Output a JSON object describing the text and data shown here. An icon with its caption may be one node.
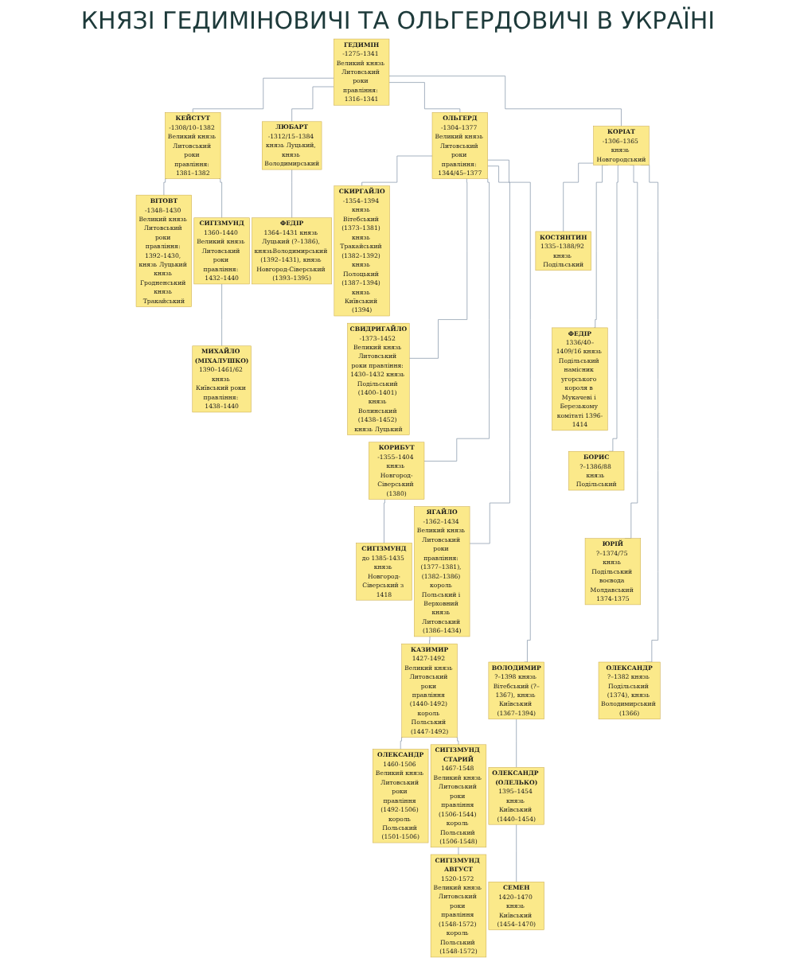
{
  "diagram": {
    "title": "КНЯЗІ ГЕДИМІНОВИЧІ ТА ОЛЬГЕРДОВИЧІ В УКРАЇНІ",
    "nodes": [
      {
        "text": [
          "ГЕДИМІН",
          "-1275–1341 Великий князь Литовський роки правління: 1316–1341"
        ]
      },
      {
        "text": [
          "КЕЙСТУТ",
          "-1308/10–1382 Великий князь Литовський роки правління: 1381–1382"
        ]
      },
      {
        "text": [
          "ЛЮБАРТ",
          "-1312/15–1384 князь Луцький, князь Володимирський"
        ]
      },
      {
        "text": [
          "ОЛЬГЕРД",
          "-1304–1377 Великий князь Литовський роки правління: 1344/45–1377"
        ]
      },
      {
        "text": [
          "КОРІАТ",
          "-1306–1365 князь Новгородський"
        ]
      },
      {
        "text": [
          "ВІТОВТ",
          "-1348–1430 Великий князь Литовський роки правління: 1392–1430, князь Луцький князь Гродненський князь Тракайський"
        ]
      },
      {
        "text": [
          "СИГІЗМУНД",
          "1360–1440 Великий князь Литовський роки правління: 1432–1440"
        ]
      },
      {
        "text": [
          "МИХАЙЛО (МІХАЛУШКО)",
          "1390–1461/62 князь Київський роки правління: 1438–1440"
        ]
      },
      {
        "text": [
          "ФЕДІР",
          "1364–1431 князь Луцький (?–1386), князьВолодимирський (1392–1431), князь Новгород-Сіверський (1393–1395)"
        ]
      },
      {
        "text": [
          "СКИРГАЙЛО",
          "-1354–1394 князь Вітебський (1373–1381) князь Тракайський (1382–1392) князь Полоцький (1387–1394) князь Київський (1394)"
        ]
      },
      {
        "text": [
          "СВИДРИГАЙЛО",
          "-1373–1452 Великий князь Литовський роки правління: 1430–1432 князь Подільський (1400–1401) князь Волинський (1438–1452) князь Луцький"
        ]
      },
      {
        "text": [
          "СИГІЗМУНД",
          "до 1385-1435 князь Новгород-Сіверський з 1418"
        ]
      },
      {
        "text": [
          "КОРИБУТ",
          "-1355–1404 князь Новгород-Сіверський (1380)"
        ]
      },
      {
        "text": [
          "ЯГАЙЛО",
          "-1362–1434 Великий князь Литовський роки правління: (1377–1381), (1382–1386) король Польський і Верховний князь Литовський (1386–1434)"
        ]
      },
      {
        "text": [
          "ВОЛОДИМИР",
          "?–1398 князь Вітебський (?–1367), князь Київський (1367–1394)"
        ]
      },
      {
        "text": [
          "КОСТЯНТИН",
          "1335–1388/92 князь Подільський"
        ]
      },
      {
        "text": [
          "ФЕДІР",
          "1336/40–1409/16 князь Подільський намісник угорського короля в Мукачеві і Березькому комітаті 1396-1414"
        ]
      },
      {
        "text": [
          "БОРИС",
          "?–1386/88 князь Подільський"
        ]
      },
      {
        "text": [
          "ЮРІЙ",
          "?–1374/75 князь Подільський воєвода Молдавський 1374-1375"
        ]
      },
      {
        "text": [
          "ОЛЕКСАНДР",
          "?–1382 князь Подільський (1374), князь Володимирський (1366)"
        ]
      },
      {
        "text": [
          "ОЛЕКСАНДР",
          "1460-1506 Великий князь Литовський роки правління (1492-1506) король Польський (1501-1506)"
        ]
      },
      {
        "text": [
          "КАЗИМИР",
          "1427-1492 Великий князь Литовський роки правління (1440-1492) король Польський (1447-1492)"
        ]
      },
      {
        "text": [
          "СИГІЗМУНД АВГУСТ",
          "1520-1572 Великий князь Литовський роки правління (1548-1572) король Польський (1548-1572)"
        ]
      },
      {
        "text": [
          "СИГІЗМУНД СТАРИЙ",
          "1467-1548 Великий князь Литовський роки правління (1506-1544) король Польський (1506-1548)"
        ]
      },
      {
        "text": [
          "СЕМЕН",
          "1420–1470 князь Київський (1454–1470)"
        ]
      },
      {
        "text": [
          "ОЛЕКСАНДР (ОЛЕЛЬКО)",
          "1395–1454 князь Київський (1440–1454)"
        ]
      }
    ],
    "edges": [
      {
        "from": 0,
        "to": 1,
        "arrow": "none"
      },
      {
        "from": 0,
        "to": 2,
        "arrow": "none"
      },
      {
        "from": 0,
        "to": 3,
        "arrow": "none"
      },
      {
        "from": 0,
        "to": 4,
        "arrow": "none"
      },
      {
        "from": 1,
        "to": 5,
        "arrow": "none"
      },
      {
        "from": 1,
        "to": 6,
        "arrow": "none"
      },
      {
        "from": 6,
        "to": 7,
        "arrow": "none"
      },
      {
        "from": 2,
        "to": 8,
        "arrow": "none"
      },
      {
        "from": 3,
        "to": 9,
        "arrow": "none"
      },
      {
        "from": 3,
        "to": 10,
        "arrow": "none"
      },
      {
        "from": 3,
        "to": 12,
        "arrow": "none"
      },
      {
        "from": 3,
        "to": 13,
        "arrow": "none"
      },
      {
        "from": 3,
        "to": 14,
        "arrow": "none"
      },
      {
        "from": 12,
        "to": 11,
        "arrow": "none"
      },
      {
        "from": 13,
        "to": 21,
        "arrow": "none"
      },
      {
        "from": 21,
        "to": 20,
        "arrow": "none"
      },
      {
        "from": 21,
        "to": 23,
        "arrow": "none"
      },
      {
        "from": 23,
        "to": 22,
        "arrow": "none"
      },
      {
        "from": 14,
        "to": 25,
        "arrow": "none"
      },
      {
        "from": 25,
        "to": 24,
        "arrow": "none"
      },
      {
        "from": 4,
        "to": 15,
        "arrow": "none"
      },
      {
        "from": 4,
        "to": 16,
        "arrow": "none"
      },
      {
        "from": 4,
        "to": 17,
        "arrow": "none"
      },
      {
        "from": 4,
        "to": 18,
        "arrow": "none"
      },
      {
        "from": 4,
        "to": 19,
        "arrow": "none"
      }
    ]
  }
}
